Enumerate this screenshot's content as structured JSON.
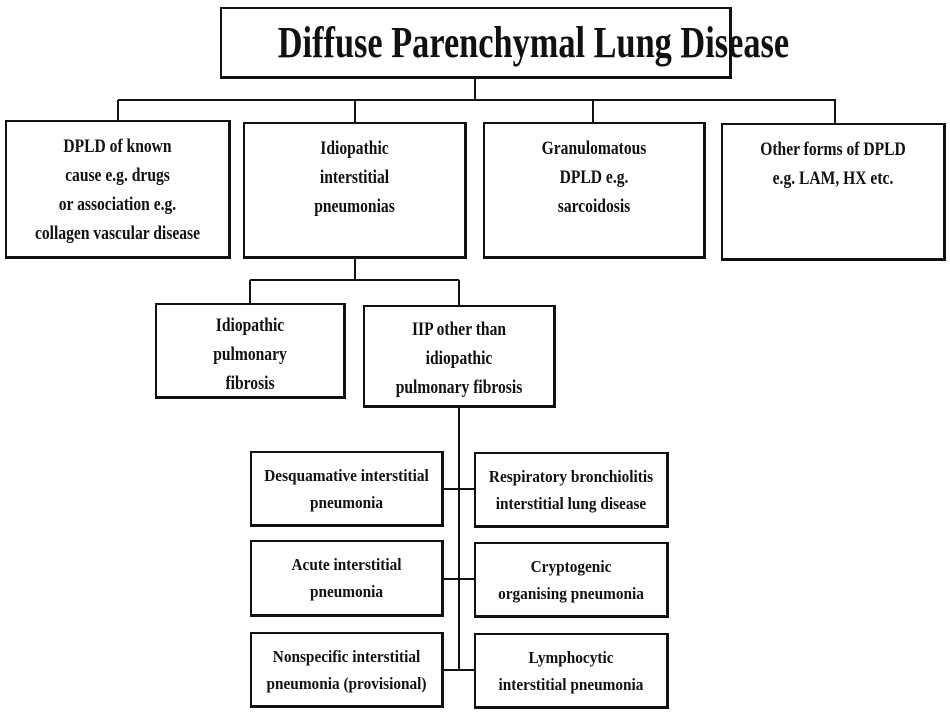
{
  "title": "Diffuse Parenchymal Lung Disease",
  "level1": [
    {
      "lines": [
        "DPLD of known",
        "cause e.g. drugs",
        "or association e.g.",
        "collagen vascular disease"
      ]
    },
    {
      "lines": [
        "Idiopathic",
        "interstitial",
        "pneumonias"
      ]
    },
    {
      "lines": [
        "Granulomatous",
        "DPLD e.g.",
        "sarcoidosis"
      ]
    },
    {
      "lines": [
        "Other forms of DPLD",
        "e.g. LAM, HX etc."
      ]
    }
  ],
  "level2": [
    {
      "lines": [
        "Idiopathic",
        "pulmonary",
        "fibrosis"
      ]
    },
    {
      "lines": [
        "IIP other than",
        "idiopathic",
        "pulmonary fibrosis"
      ]
    }
  ],
  "level3": [
    {
      "lines": [
        "Desquamative interstitial",
        "pneumonia"
      ]
    },
    {
      "lines": [
        "Respiratory bronchiolitis",
        "interstitial lung disease"
      ]
    },
    {
      "lines": [
        "Acute interstitial",
        "pneumonia"
      ]
    },
    {
      "lines": [
        "Cryptogenic",
        "organising pneumonia"
      ]
    },
    {
      "lines": [
        "Nonspecific interstitial",
        "pneumonia (provisional)"
      ]
    },
    {
      "lines": [
        "Lymphocytic",
        "interstitial pneumonia"
      ]
    }
  ]
}
